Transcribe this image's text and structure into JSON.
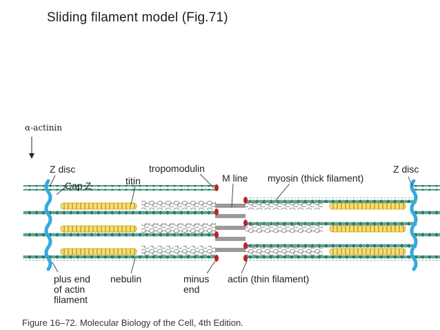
{
  "slide": {
    "title": "Sliding filament model (Fig.71)"
  },
  "labels": {
    "alpha_actinin": "α-actinin",
    "z_disc_left": "Z disc",
    "z_disc_right": "Z disc",
    "cap_z": "Cap Z",
    "titin": "titin",
    "tropomodulin": "tropomodulin",
    "m_line": "M line",
    "myosin": "myosin (thick filament)",
    "plus_end": "plus end\nof actin\nfilament",
    "nebulin": "nebulin",
    "minus_end": "minus\nend",
    "actin": "actin (thin filament)"
  },
  "caption": "Figure 16–72. Molecular Biology of the Cell, 4th Edition.",
  "colors": {
    "actin": "#2e7d6a",
    "actin_light": "#6fb3a0",
    "z_disc": "#36a9df",
    "titin": "#e8c23a",
    "myosin": "#bfbfbf",
    "m_line": "#9a9a9a",
    "cap": "#c0202e"
  }
}
